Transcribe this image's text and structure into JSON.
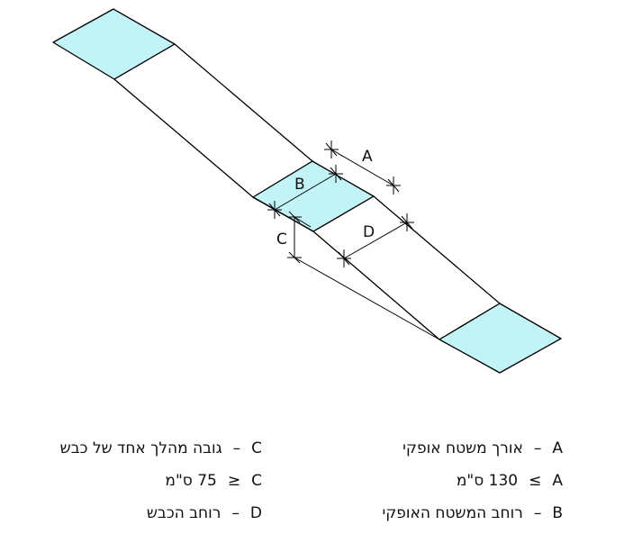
{
  "diagram": {
    "labels": {
      "a": "A",
      "b": "B",
      "c": "C",
      "d": "D"
    },
    "colors": {
      "landing_fill": "#C2F3F7",
      "ramp_fill": "#ffffff",
      "stroke": "#000000"
    }
  },
  "legend": {
    "right": [
      {
        "letter": "A",
        "sep": "–",
        "text": "אורך משטח אופקי"
      },
      {
        "letter": "A",
        "sep": "≤",
        "text": "130 ס\"מ"
      },
      {
        "letter": "B",
        "sep": "–",
        "text": "רוחב המשטח האופקי"
      }
    ],
    "left": [
      {
        "letter": "C",
        "sep": "–",
        "text": "גובה מהלך אחד של כבש"
      },
      {
        "letter": "C",
        "sep": "≥",
        "text": "75 ס\"מ"
      },
      {
        "letter": "D",
        "sep": "–",
        "text": "רוחב הכבש"
      }
    ]
  }
}
